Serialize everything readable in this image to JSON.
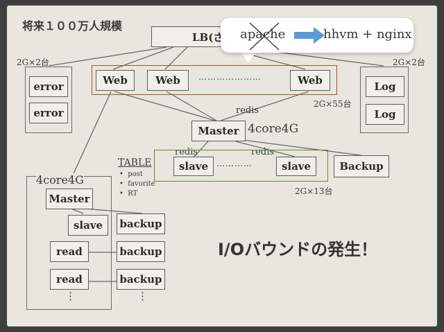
{
  "title": "将来１００万人規模",
  "lb_label": "LB(さ",
  "bubble": {
    "old": "apache",
    "new": "hhvm + nginx"
  },
  "left_group_label": "2G×2台",
  "right_group_label": "2G×2台",
  "error_labels": [
    "error",
    "error"
  ],
  "log_labels": [
    "Log",
    "Log"
  ],
  "web_labels": [
    "Web",
    "Web",
    "Web"
  ],
  "web_dots": "…………………",
  "web_group_label": "2G×55台",
  "redis_top": "redis",
  "master_label": "Master",
  "master_spec": "4core4G",
  "redis_left": "redis",
  "redis_right": "redis",
  "slave_labels": [
    "slave",
    "slave"
  ],
  "slave_dots": "…………",
  "backup_label": "Backup",
  "slave_group_label": "2G×13台",
  "table_title": "TABLE",
  "table_items": [
    "post",
    "favorite",
    "RT"
  ],
  "sub_spec": "4core4G",
  "sub_master": "Master",
  "sub_slave": "slave",
  "sub_read": [
    "read",
    "read"
  ],
  "sub_backup": [
    "backup",
    "backup",
    "backup"
  ],
  "vdots": "⋮",
  "headline": "I/Oバウンドの発生！",
  "colors": {
    "web_group": "#a0522d",
    "slave_group": "#5a8a3a",
    "arrow": "#5b9bd5",
    "cross": "#333333"
  }
}
